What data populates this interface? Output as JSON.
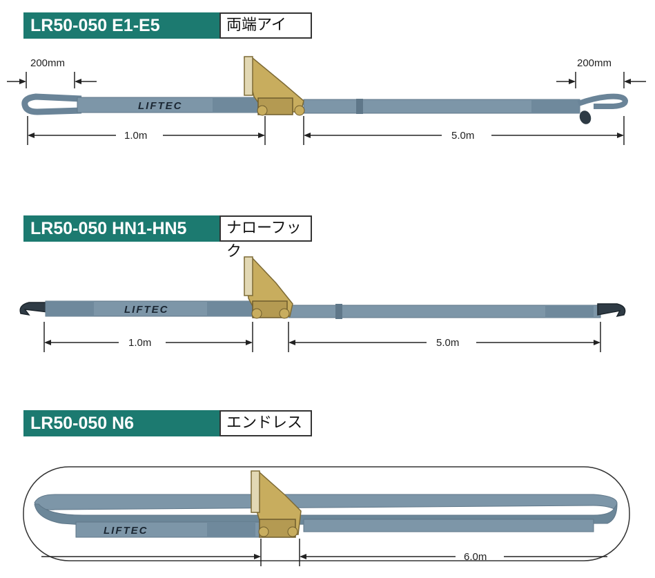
{
  "products": [
    {
      "code": "LR50-050 E1-E5",
      "name": "両端アイ",
      "end_label_left": "200mm",
      "end_label_right": "200mm",
      "dim_left": "1.0m",
      "dim_right": "5.0m",
      "brand": "LIFTEC"
    },
    {
      "code": "LR50-050 HN1-HN5",
      "name": "ナローフック",
      "dim_left": "1.0m",
      "dim_right": "5.0m",
      "brand": "LIFTEC"
    },
    {
      "code": "LR50-050 N6",
      "name": "エンドレス",
      "dim_total": "6.0m",
      "brand": "LIFTEC"
    }
  ],
  "colors": {
    "header_teal": "#1c7a70",
    "belt_blue": "#7d96a8",
    "belt_dark": "#5f7789",
    "buckle_gold": "#c8ad5e"
  }
}
